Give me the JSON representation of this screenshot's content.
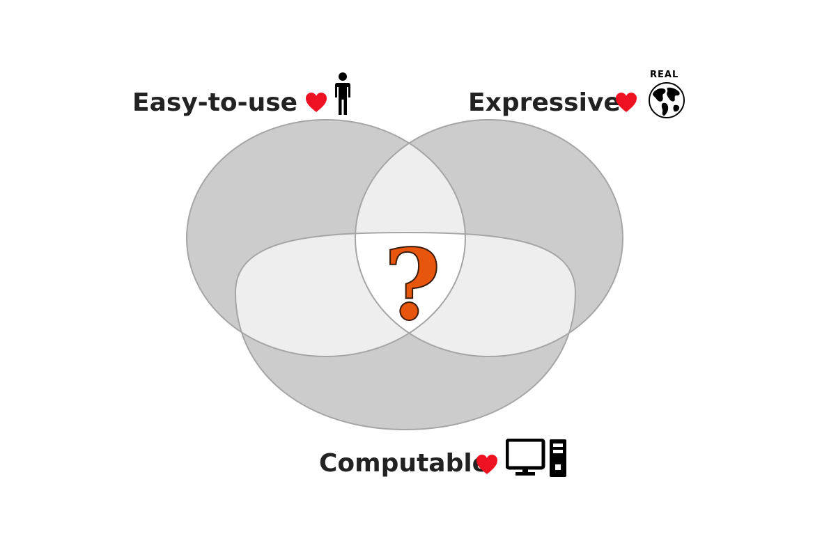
{
  "diagram": {
    "sets": [
      {
        "id": "easy",
        "label": "Easy-to-use",
        "icon": "person-icon"
      },
      {
        "id": "expressive",
        "label": "Expressive",
        "icon": "globe-icon",
        "icon_caption": "REAL"
      },
      {
        "id": "computable",
        "label": "Computable",
        "icon": "computer-icon"
      }
    ],
    "center_symbol": "?",
    "heart_icon": "heart-icon",
    "colors": {
      "region_single": "#cccccc",
      "region_double": "#eeeeee",
      "region_triple": "#ffffff",
      "outline": "#999999",
      "heart": "#ee1122",
      "question_mark": "#e8560e",
      "label_text": "#222222"
    }
  }
}
